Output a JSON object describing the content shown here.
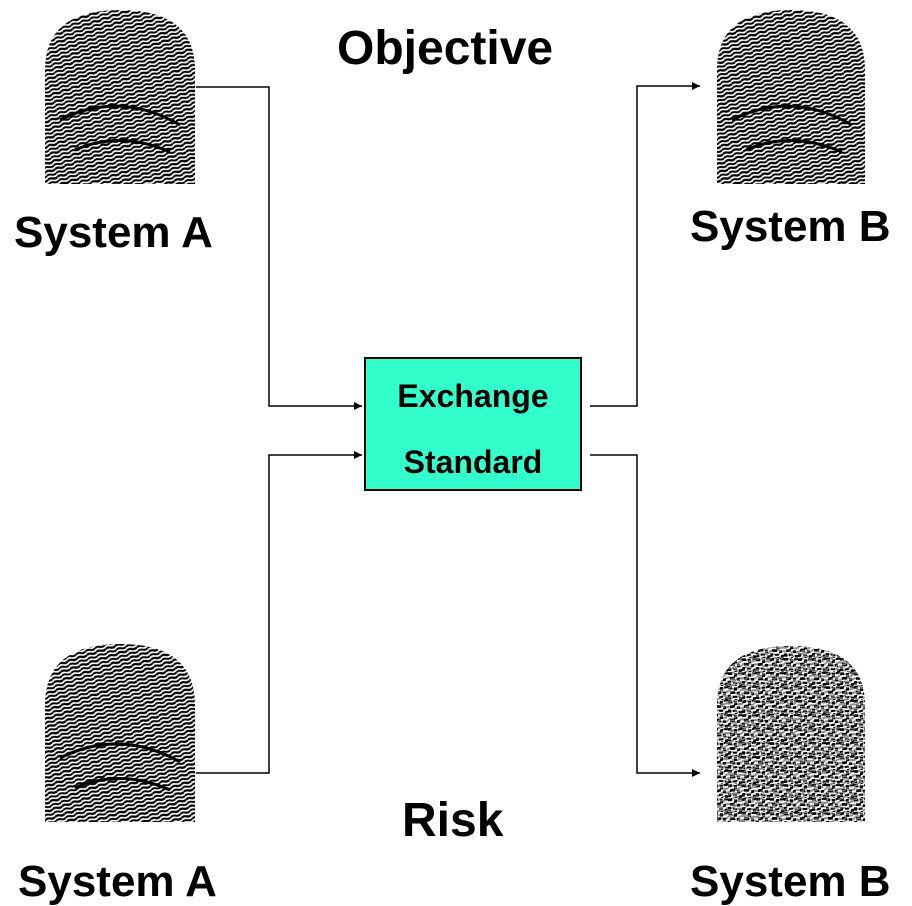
{
  "headings": {
    "objective": "Objective",
    "risk": "Risk"
  },
  "systems": {
    "top_left": "System A",
    "top_right": "System B",
    "bottom_left": "System A",
    "bottom_right": "System B"
  },
  "exchange_box": {
    "line1": "Exchange",
    "line2": "Standard",
    "fill_color": "#33ffcc"
  },
  "fingerprints": {
    "top_left": "fingerprint-icon",
    "top_right": "fingerprint-icon",
    "bottom_left": "fingerprint-icon",
    "bottom_right": "degraded-fingerprint-icon"
  }
}
